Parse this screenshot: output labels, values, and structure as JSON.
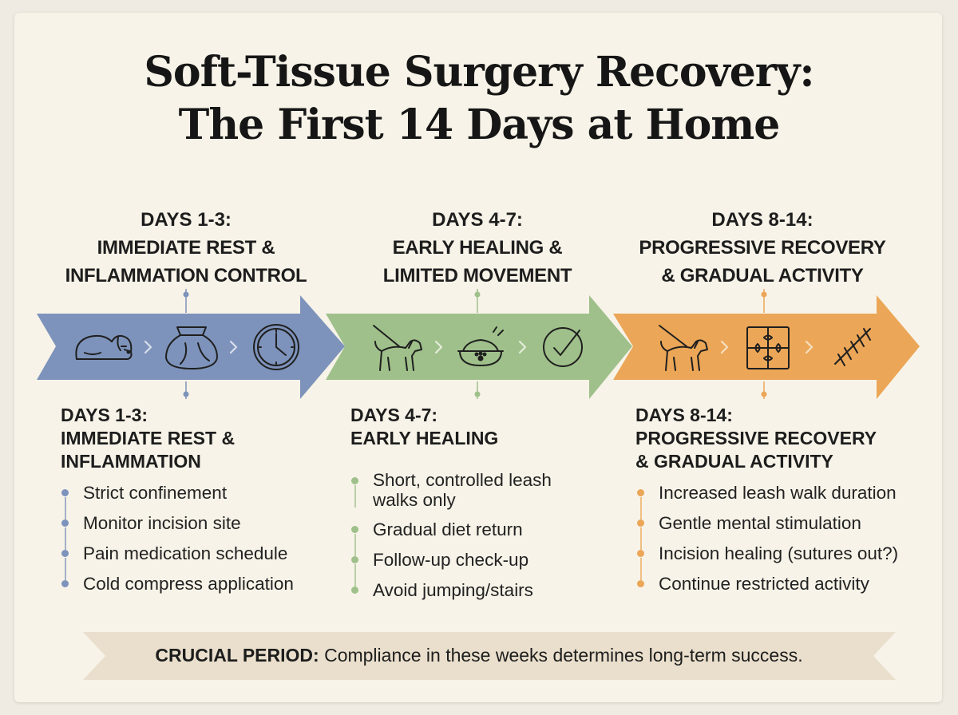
{
  "title": {
    "line1": "Soft-Tissue Surgery Recovery:",
    "line2": "The First 14 Days at Home"
  },
  "colors": {
    "phase1": "#7d93bb",
    "phase2": "#9fc08a",
    "phase3": "#eba657",
    "background": "#f7f3e8",
    "banner": "#e9dfcc"
  },
  "phases": [
    {
      "header_days": "DAYS 1-3:",
      "header_line1": "IMMEDIATE REST &",
      "header_line2": "INFLAMMATION CONTROL",
      "section_days": "DAYS 1-3:",
      "section_line1": "IMMEDIATE REST &",
      "section_line2": "INFLAMMATION",
      "icons": [
        "sleeping-dog-icon",
        "ice-pack-icon",
        "clock-icon"
      ],
      "items": [
        "Strict confinement",
        "Monitor incision site",
        "Pain medication schedule",
        "Cold compress application"
      ]
    },
    {
      "header_days": "DAYS 4-7:",
      "header_line1": "EARLY HEALING &",
      "header_line2": "LIMITED MOVEMENT",
      "section_days": "DAYS 4-7:",
      "section_line1": "EARLY HEALING",
      "icons": [
        "dog-on-leash-icon",
        "food-bowl-icon",
        "checkmark-icon"
      ],
      "items": [
        "Short, controlled leash walks only",
        "Gradual diet return",
        "Follow-up check-up",
        "Avoid jumping/stairs"
      ]
    },
    {
      "header_days": "DAYS 8-14:",
      "header_line1": "PROGRESSIVE RECOVERY",
      "header_line2": "& GRADUAL ACTIVITY",
      "section_days": "DAYS 8-14:",
      "section_line1": "PROGRESSIVE RECOVERY",
      "section_line2": "& GRADUAL ACTIVITY",
      "icons": [
        "dog-on-leash-icon",
        "puzzle-icon",
        "sutured-incision-icon"
      ],
      "items": [
        "Increased leash walk duration",
        "Gentle mental stimulation",
        "Incision healing (sutures out?)",
        "Continue restricted activity"
      ]
    }
  ],
  "banner": {
    "label": "CRUCIAL PERIOD:",
    "text": " Compliance in these weeks determines long-term success."
  }
}
